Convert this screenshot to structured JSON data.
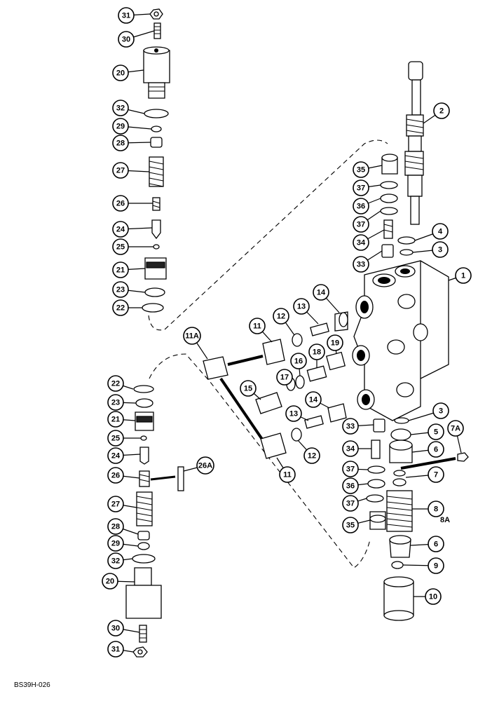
{
  "figure": {
    "code": "BS39H-026",
    "extra_label": "8A"
  },
  "callouts": [
    {
      "id": "c31a",
      "label": "31"
    },
    {
      "id": "c30a",
      "label": "30"
    },
    {
      "id": "c20a",
      "label": "20"
    },
    {
      "id": "c32a",
      "label": "32"
    },
    {
      "id": "c29a",
      "label": "29"
    },
    {
      "id": "c28a",
      "label": "28"
    },
    {
      "id": "c27a",
      "label": "27"
    },
    {
      "id": "c26a",
      "label": "26"
    },
    {
      "id": "c24a",
      "label": "24"
    },
    {
      "id": "c25a",
      "label": "25"
    },
    {
      "id": "c21a",
      "label": "21"
    },
    {
      "id": "c23a",
      "label": "23"
    },
    {
      "id": "c22a",
      "label": "22"
    },
    {
      "id": "c2",
      "label": "2"
    },
    {
      "id": "c35a",
      "label": "35"
    },
    {
      "id": "c37a",
      "label": "37"
    },
    {
      "id": "c36a",
      "label": "36"
    },
    {
      "id": "c37b",
      "label": "37"
    },
    {
      "id": "c4",
      "label": "4"
    },
    {
      "id": "c34a",
      "label": "34"
    },
    {
      "id": "c3a",
      "label": "3"
    },
    {
      "id": "c33a",
      "label": "33"
    },
    {
      "id": "c1",
      "label": "1"
    },
    {
      "id": "c14a",
      "label": "14"
    },
    {
      "id": "c13a",
      "label": "13"
    },
    {
      "id": "c12a",
      "label": "12"
    },
    {
      "id": "c11a",
      "label": "11"
    },
    {
      "id": "c11A",
      "label": "11A"
    },
    {
      "id": "c19",
      "label": "19"
    },
    {
      "id": "c18",
      "label": "18"
    },
    {
      "id": "c16",
      "label": "16"
    },
    {
      "id": "c17",
      "label": "17"
    },
    {
      "id": "c15",
      "label": "15"
    },
    {
      "id": "c14b",
      "label": "14"
    },
    {
      "id": "c13b",
      "label": "13"
    },
    {
      "id": "c12b",
      "label": "12"
    },
    {
      "id": "c11b",
      "label": "11"
    },
    {
      "id": "c22b",
      "label": "22"
    },
    {
      "id": "c23b",
      "label": "23"
    },
    {
      "id": "c21b",
      "label": "21"
    },
    {
      "id": "c25b",
      "label": "25"
    },
    {
      "id": "c24b",
      "label": "24"
    },
    {
      "id": "c26b",
      "label": "26"
    },
    {
      "id": "c26A",
      "label": "26A"
    },
    {
      "id": "c27b",
      "label": "27"
    },
    {
      "id": "c28b",
      "label": "28"
    },
    {
      "id": "c29b",
      "label": "29"
    },
    {
      "id": "c32b",
      "label": "32"
    },
    {
      "id": "c20b",
      "label": "20"
    },
    {
      "id": "c30b",
      "label": "30"
    },
    {
      "id": "c31b",
      "label": "31"
    },
    {
      "id": "c3b",
      "label": "3"
    },
    {
      "id": "c7A",
      "label": "7A"
    },
    {
      "id": "c5",
      "label": "5"
    },
    {
      "id": "c33b",
      "label": "33"
    },
    {
      "id": "c6a",
      "label": "6"
    },
    {
      "id": "c34b",
      "label": "34"
    },
    {
      "id": "c7",
      "label": "7"
    },
    {
      "id": "c37c",
      "label": "37"
    },
    {
      "id": "c36b",
      "label": "36"
    },
    {
      "id": "c37d",
      "label": "37"
    },
    {
      "id": "c8",
      "label": "8"
    },
    {
      "id": "c35b",
      "label": "35"
    },
    {
      "id": "c6b",
      "label": "6"
    },
    {
      "id": "c9",
      "label": "9"
    },
    {
      "id": "c10",
      "label": "10"
    }
  ]
}
